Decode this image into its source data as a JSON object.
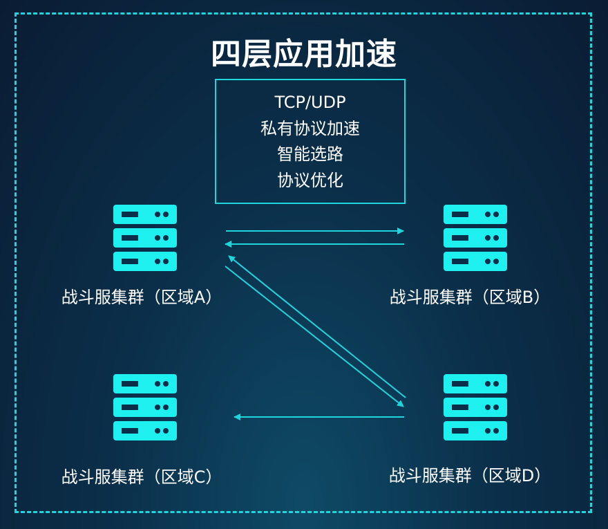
{
  "title": "四层应用加速",
  "features": [
    "TCP/UDP",
    "私有协议加速",
    "智能选路",
    "协议优化"
  ],
  "clusters": {
    "a": "战斗服集群（区域A）",
    "b": "战斗服集群（区域B）",
    "c": "战斗服集群（区域C）",
    "d": "战斗服集群（区域D）"
  },
  "colors": {
    "accent": "#1fd6dc",
    "text": "#ffffff",
    "background": "#0b2f4a"
  },
  "icons": {
    "server": "server-rack-icon"
  }
}
